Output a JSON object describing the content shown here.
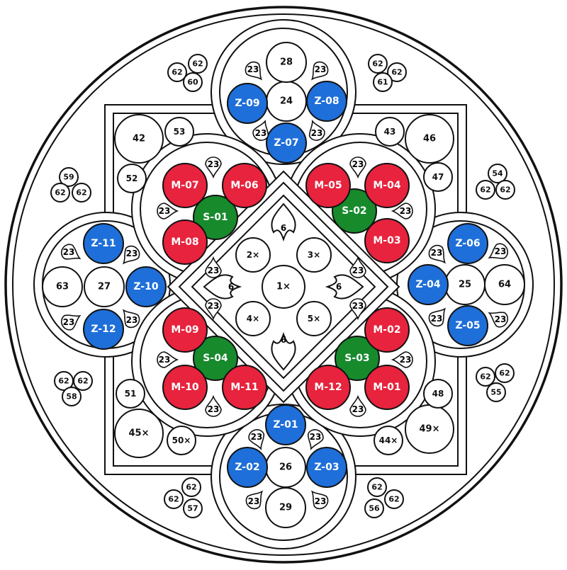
{
  "colors": {
    "red": "#e8233d",
    "blue": "#1e6fd9",
    "green": "#178a2c",
    "white": "#ffffff",
    "line": "#111111"
  },
  "center_medallion": {
    "main": "1×",
    "corners": [
      "2×",
      "3×",
      "4×",
      "5×"
    ],
    "fleurons": [
      "6",
      "6",
      "6",
      "6"
    ]
  },
  "lobes": [
    {
      "id": "top-left",
      "green": "S-01",
      "reds": [
        "M-07",
        "M-06",
        "M-08"
      ],
      "small": [
        "23",
        "23",
        "23"
      ]
    },
    {
      "id": "top-right",
      "green": "S-02",
      "reds": [
        "M-05",
        "M-04",
        "M-03"
      ],
      "small": [
        "23",
        "23",
        "23"
      ]
    },
    {
      "id": "bottom-left",
      "green": "S-04",
      "reds": [
        "M-09",
        "M-10",
        "M-11"
      ],
      "small": [
        "23",
        "23",
        "23"
      ]
    },
    {
      "id": "bottom-right",
      "green": "S-03",
      "reds": [
        "M-02",
        "M-12",
        "M-01"
      ],
      "small": [
        "23",
        "23",
        "23"
      ]
    }
  ],
  "satellites": [
    {
      "id": "top",
      "center": "24",
      "outer": "28",
      "blues": [
        "Z-09",
        "Z-08",
        "Z-07"
      ],
      "small": [
        "23",
        "23",
        "23",
        "23"
      ]
    },
    {
      "id": "bottom",
      "center": "26",
      "outer": "29",
      "blues": [
        "Z-01",
        "Z-02",
        "Z-03"
      ],
      "small": [
        "23",
        "23",
        "23",
        "23"
      ]
    },
    {
      "id": "left",
      "center": "27",
      "outer": "63",
      "blues": [
        "Z-11",
        "Z-10",
        "Z-12"
      ],
      "small": [
        "23",
        "23",
        "23",
        "23"
      ]
    },
    {
      "id": "right",
      "center": "25",
      "outer": "64",
      "blues": [
        "Z-06",
        "Z-04",
        "Z-05"
      ],
      "small": [
        "23",
        "23",
        "23",
        "23"
      ]
    }
  ],
  "corner_circles": {
    "top_left": [
      "42",
      "53",
      "52"
    ],
    "top_right": [
      "46",
      "43",
      "47"
    ],
    "bottom_left": [
      "45×",
      "50×",
      "51"
    ],
    "bottom_right": [
      "49×",
      "44×",
      "48"
    ]
  },
  "trefoils": [
    {
      "id": "top-left",
      "labels": [
        "62",
        "62",
        "60"
      ]
    },
    {
      "id": "top-right",
      "labels": [
        "62",
        "62",
        "61"
      ]
    },
    {
      "id": "left-upper",
      "labels": [
        "59",
        "62",
        "62"
      ]
    },
    {
      "id": "right-upper",
      "labels": [
        "54",
        "62",
        "62"
      ]
    },
    {
      "id": "left-lower",
      "labels": [
        "62",
        "62",
        "58"
      ]
    },
    {
      "id": "right-lower",
      "labels": [
        "62",
        "62",
        "55"
      ]
    },
    {
      "id": "bottom-left",
      "labels": [
        "62",
        "62",
        "57"
      ]
    },
    {
      "id": "bottom-right",
      "labels": [
        "62",
        "62",
        "56"
      ]
    }
  ]
}
